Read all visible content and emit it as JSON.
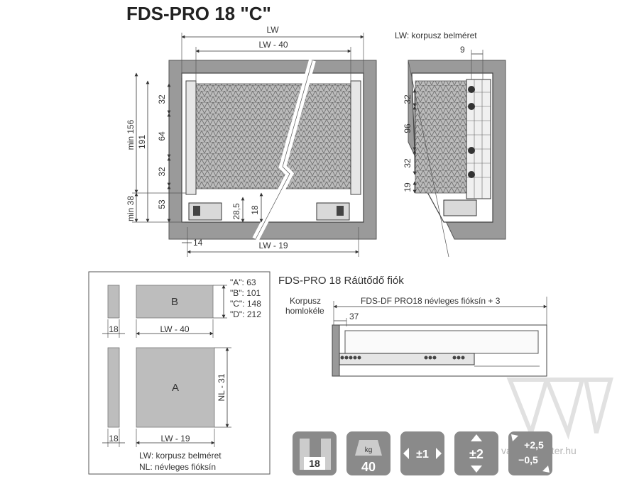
{
  "title": "FDS-PRO 18 \"C\"",
  "front_view": {
    "dim_lw": "LW",
    "dim_lw_40": "LW - 40",
    "dim_lw_19": "LW - 19",
    "dim_min156": "min 156",
    "dim_191": "191",
    "dim_32a": "32",
    "dim_64": "64",
    "dim_32b": "32",
    "dim_min38": "min 38",
    "dim_53": "53",
    "dim_28_5": "28,5",
    "dim_18": "18",
    "dim_14": "14"
  },
  "side_view": {
    "note": "LW: korpusz belméret",
    "dim_9": "9",
    "dim_32a": "32",
    "dim_96": "96",
    "dim_32b": "32",
    "dim_19": "19"
  },
  "cut_panel": {
    "label_b": "B",
    "label_a": "A",
    "b_heights": [
      "\"A\": 63",
      "\"B\": 101",
      "\"C\": 148",
      "\"D\": 212"
    ],
    "dim_18_top": "18",
    "dim_lw_40": "LW - 40",
    "dim_18_bottom": "18",
    "dim_lw_19": "LW - 19",
    "dim_nl_31": "NL - 31",
    "legend_lw": "LW: korpusz belméret",
    "legend_nl": "NL: névleges fióksín"
  },
  "drawer_section": {
    "title": "FDS-PRO 18 Ráütődő fiók",
    "label_korpusz": "Korpusz",
    "label_homlokele": "homlokéle",
    "label_rail": "FDS-DF PRO18 névleges fióksín + 3",
    "dim_37": "37"
  },
  "icons": [
    {
      "name": "panel-thickness-icon",
      "text": "18"
    },
    {
      "name": "load-weight-icon",
      "small": "kg",
      "text": "40"
    },
    {
      "name": "side-adjust-icon",
      "text": "±1"
    },
    {
      "name": "height-adjust-icon",
      "text": "±2"
    },
    {
      "name": "depth-adjust-icon",
      "text_top": "+2,5",
      "text_bottom": "−0,5"
    }
  ],
  "watermark": "vasalatmester.hu",
  "colors": {
    "wall": "#9a9a9a",
    "icon": "#8a8a8a",
    "panel": "#bdbdbd"
  }
}
